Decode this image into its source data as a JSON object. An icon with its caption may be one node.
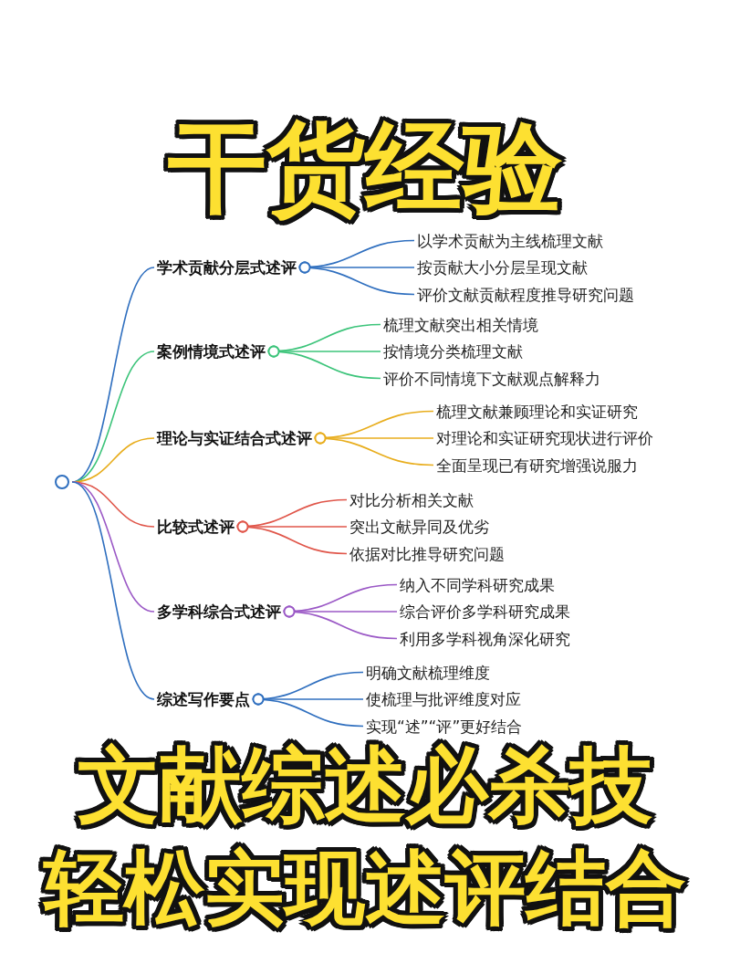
{
  "diagram": {
    "title": "干货经验",
    "nodes": [
      {
        "text": [],
        "shape": "circle"
      },
      {
        "text": [
          "学术贡献分层式述评"
        ]
      },
      {
        "text": [
          "以学术贡献为主线梳理文献"
        ]
      },
      {
        "text": [
          "按贡献大小分层呈现文献"
        ]
      },
      {
        "text": [
          "评价文献贡献程度推导研究问题"
        ]
      },
      {
        "text": [
          "案例情境式述评"
        ]
      },
      {
        "text": [
          "梳理文献突出相关情境"
        ]
      },
      {
        "text": [
          "按情境分类梳理文献"
        ]
      },
      {
        "text": [
          "评价不同情境下文献观点解释力"
        ]
      },
      {
        "text": [
          "理论与实证结合式述评"
        ]
      },
      {
        "text": [
          "梳理文献兼顾理论和实证研究"
        ]
      },
      {
        "text": [
          "对理论和实证研究现状进行评价"
        ]
      },
      {
        "text": [
          "全面呈现已有研究增强说服力"
        ]
      },
      {
        "text": [
          "比较式述评"
        ]
      },
      {
        "text": [
          "对比分析相关文献"
        ]
      },
      {
        "text": [
          "突出文献异同及优劣"
        ]
      },
      {
        "text": [
          "依据对比推导研究问题"
        ]
      },
      {
        "text": [
          "多学科综合式述评"
        ]
      },
      {
        "text": [
          "纳入不同学科研究成果"
        ]
      },
      {
        "text": [
          "综合评价多学科研究成果"
        ]
      },
      {
        "text": [
          "利用多学科视角深化研究"
        ]
      },
      {
        "text": [
          "综述写作要点"
        ]
      },
      {
        "text": [
          "明确文献梳理维度"
        ]
      },
      {
        "text": [
          "使梳理与批评维度对应"
        ]
      },
      {
        "text": [
          "实现“述”“评”更好结合"
        ]
      }
    ],
    "edges": [
      {
        "from": 0,
        "to": 1,
        "arrow": "none"
      },
      {
        "from": 1,
        "to": 2,
        "arrow": "other"
      },
      {
        "from": 1,
        "to": 3,
        "arrow": "other"
      },
      {
        "from": 1,
        "to": 4,
        "arrow": "other"
      },
      {
        "from": 0,
        "to": 5,
        "arrow": "none",
        "color": "#3cc47a"
      },
      {
        "from": 5,
        "to": 6,
        "arrow": "other",
        "color": "#3cc47a"
      },
      {
        "from": 5,
        "to": 7,
        "arrow": "other",
        "color": "#3cc47a"
      },
      {
        "from": 5,
        "to": 8,
        "arrow": "other",
        "color": "#3cc47a"
      },
      {
        "from": 0,
        "to": 9,
        "arrow": "none",
        "color": "#e8ad1c"
      },
      {
        "from": 9,
        "to": 10,
        "arrow": "other",
        "color": "#e8ad1c"
      },
      {
        "from": 9,
        "to": 11,
        "arrow": "other",
        "color": "#e8ad1c"
      },
      {
        "from": 9,
        "to": 12,
        "arrow": "other",
        "color": "#e8ad1c"
      },
      {
        "from": 0,
        "to": 13,
        "arrow": "none",
        "color": "#e0564a"
      },
      {
        "from": 13,
        "to": 14,
        "arrow": "other",
        "color": "#e0564a"
      },
      {
        "from": 13,
        "to": 15,
        "arrow": "other",
        "color": "#e0564a"
      },
      {
        "from": 13,
        "to": 16,
        "arrow": "other",
        "color": "#e0564a"
      },
      {
        "from": 0,
        "to": 17,
        "arrow": "none",
        "color": "#9b59c6"
      },
      {
        "from": 17,
        "to": 18,
        "arrow": "other",
        "color": "#9b59c6"
      },
      {
        "from": 17,
        "to": 19,
        "arrow": "other",
        "color": "#9b59c6"
      },
      {
        "from": 17,
        "to": 20,
        "arrow": "other",
        "color": "#9b59c6"
      },
      {
        "from": 0,
        "to": 21,
        "arrow": "none"
      },
      {
        "from": 21,
        "to": 22,
        "arrow": "other"
      },
      {
        "from": 21,
        "to": 23,
        "arrow": "other"
      },
      {
        "from": 21,
        "to": 24,
        "arrow": "other"
      }
    ],
    "labels": [
      "文献综述必杀技",
      "轻松实现述评结合"
    ]
  }
}
